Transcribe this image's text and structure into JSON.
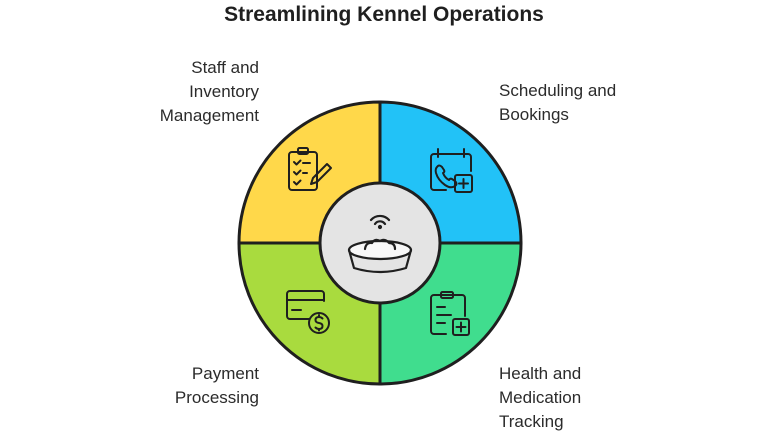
{
  "title": "Streamlining Kennel Operations",
  "center": {
    "icon": "pet-bowl-icon"
  },
  "segments": [
    {
      "id": "staff",
      "lines": [
        "Staff and",
        "Inventory",
        "Management"
      ],
      "color": "#FFD84A",
      "icon": "clipboard-checklist-icon"
    },
    {
      "id": "scheduling",
      "lines": [
        "Scheduling and",
        "Bookings"
      ],
      "color": "#22C2F7",
      "icon": "calendar-phone-plus-icon"
    },
    {
      "id": "health",
      "lines": [
        "Health and",
        "Medication",
        "Tracking"
      ],
      "color": "#40DD8E",
      "icon": "clipboard-plus-icon"
    },
    {
      "id": "payment",
      "lines": [
        "Payment",
        "Processing"
      ],
      "color": "#A9DB3E",
      "icon": "card-dollar-icon"
    }
  ]
}
